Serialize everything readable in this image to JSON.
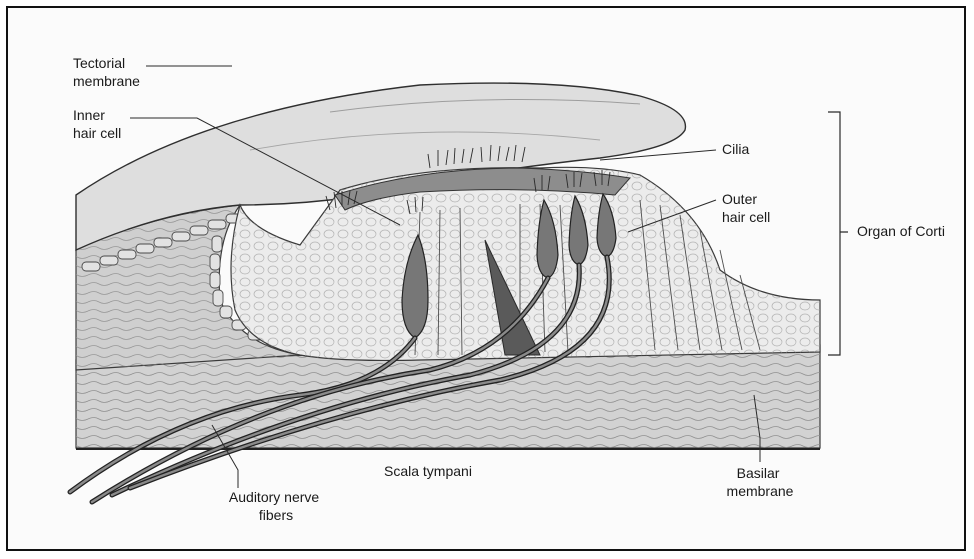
{
  "diagram": {
    "labels": {
      "tectorial_membrane": [
        "Tectorial",
        "membrane"
      ],
      "inner_hair_cell": [
        "Inner",
        "hair cell"
      ],
      "cilia": [
        "Cilia"
      ],
      "outer_hair_cell": [
        "Outer",
        "hair cell"
      ],
      "organ_of_corti": [
        "Organ of Corti"
      ],
      "scala_tympani": [
        "Scala tympani"
      ],
      "auditory_nerve_fibers": [
        "Auditory nerve",
        "fibers"
      ],
      "basilar_membrane": [
        "Basilar",
        "membrane"
      ]
    }
  },
  "colors": {
    "membrane_fill": "#dcdcdc",
    "tissue_fill": "#c9c9c9",
    "dark_cell": "#6e6e6e",
    "line": "#2a2a2a"
  }
}
